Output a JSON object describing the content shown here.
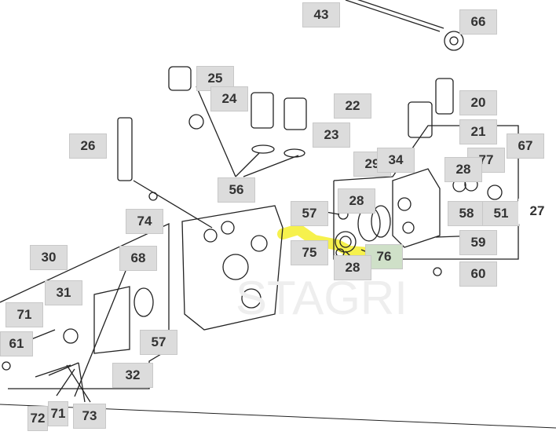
{
  "callouts": [
    {
      "id": "43"
    },
    {
      "id": "66"
    },
    {
      "id": "25"
    },
    {
      "id": "24"
    },
    {
      "id": "22"
    },
    {
      "id": "20"
    },
    {
      "id": "26"
    },
    {
      "id": "23"
    },
    {
      "id": "21"
    },
    {
      "id": "67"
    },
    {
      "id": "29"
    },
    {
      "id": "34"
    },
    {
      "id": "77"
    },
    {
      "id": "28"
    },
    {
      "id": "56"
    },
    {
      "id": "28"
    },
    {
      "id": "57"
    },
    {
      "id": "74"
    },
    {
      "id": "58"
    },
    {
      "id": "51"
    },
    {
      "id": "27"
    },
    {
      "id": "59"
    },
    {
      "id": "75"
    },
    {
      "id": "76",
      "highlighted": true
    },
    {
      "id": "28"
    },
    {
      "id": "30"
    },
    {
      "id": "68"
    },
    {
      "id": "60"
    },
    {
      "id": "31"
    },
    {
      "id": "71"
    },
    {
      "id": "57"
    },
    {
      "id": "61"
    },
    {
      "id": "32"
    },
    {
      "id": "72"
    },
    {
      "id": "71"
    },
    {
      "id": "73"
    }
  ],
  "watermark": "STAGRI",
  "colors": {
    "highlight": "#f5ef3a",
    "highlight_box": "#cfe0c8",
    "label_box": "#dcdcdc"
  }
}
